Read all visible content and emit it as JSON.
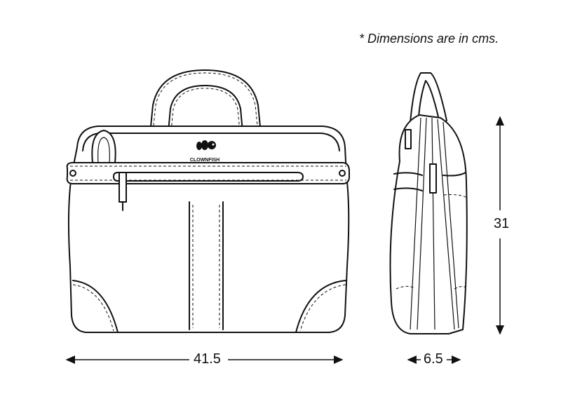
{
  "note": "* Dimensions are in cms.",
  "brand_logo": "CLOWNFISH",
  "dimensions": {
    "width": "41.5",
    "depth": "6.5",
    "height": "31"
  }
}
